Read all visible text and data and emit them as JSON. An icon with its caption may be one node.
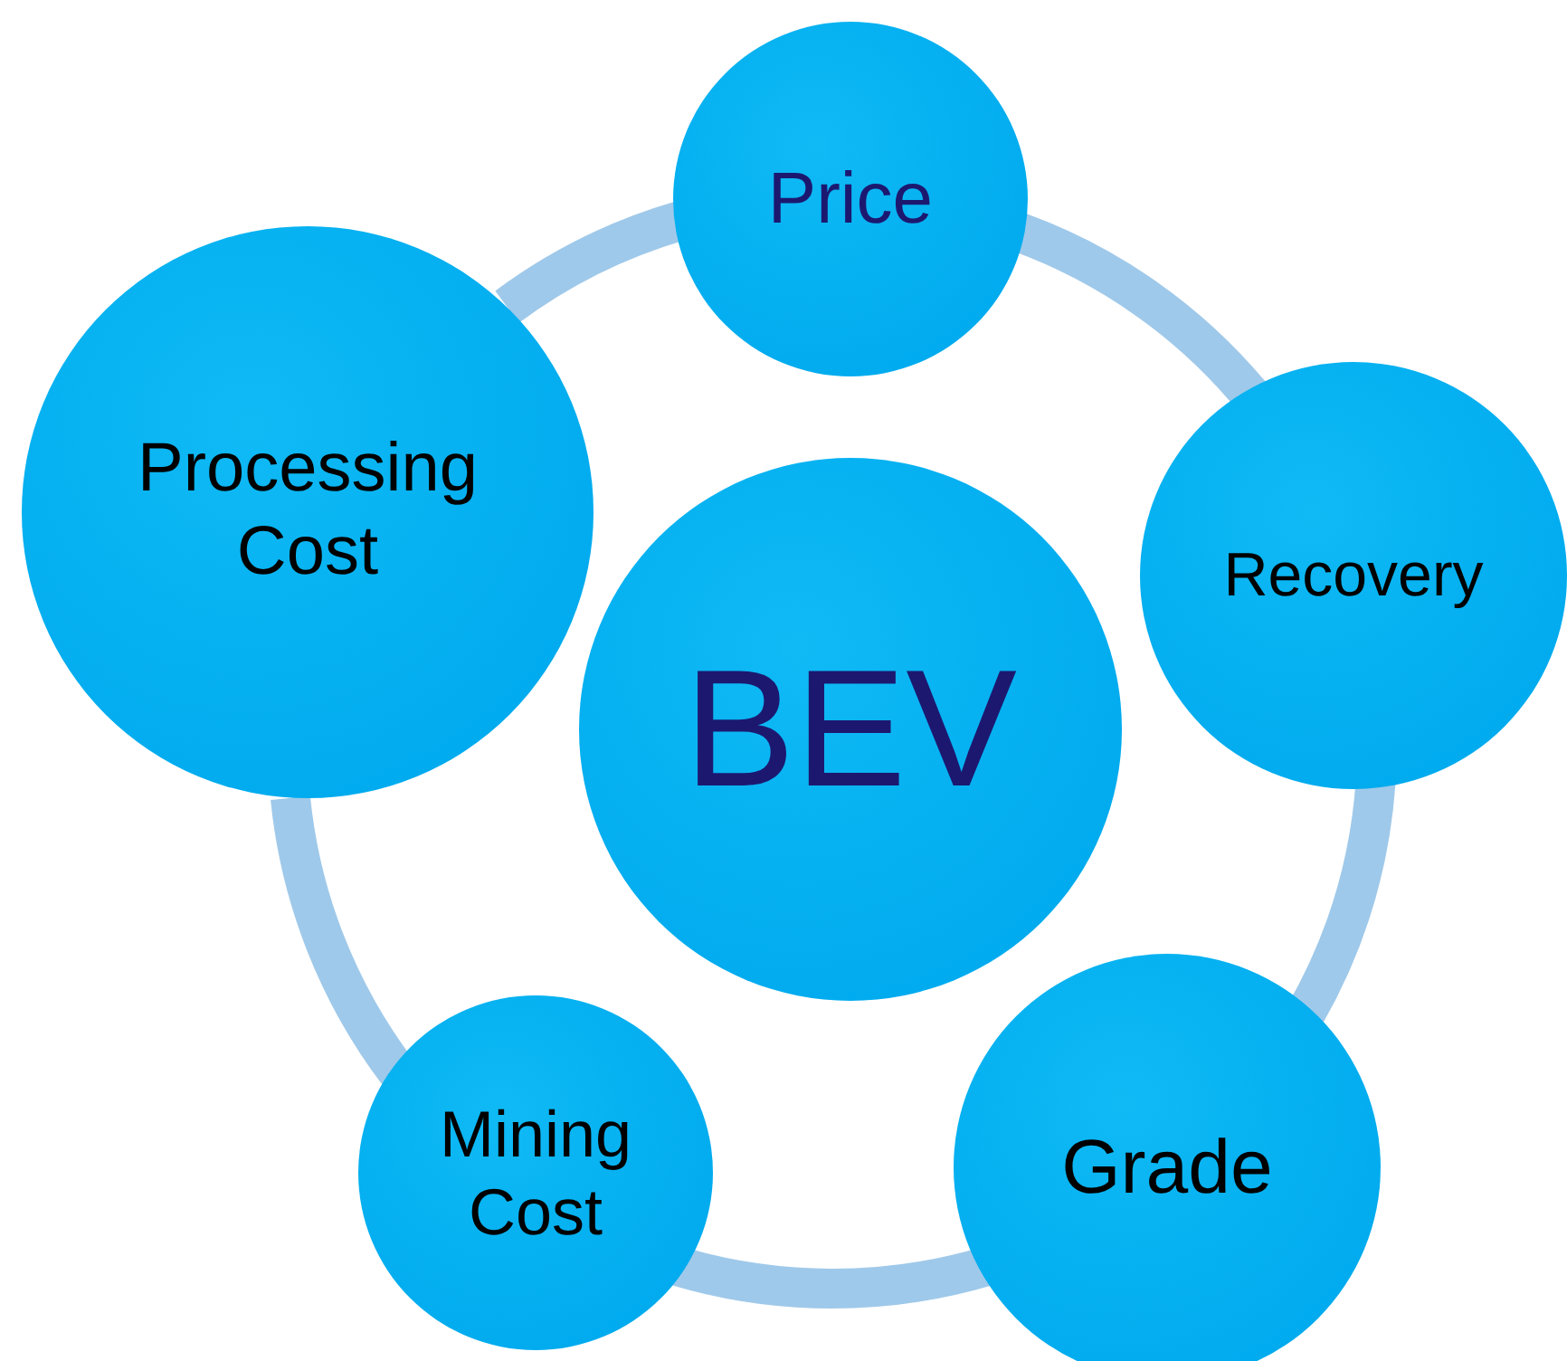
{
  "diagram": {
    "nodes": [
      {
        "text": [
          "Price"
        ]
      },
      {
        "text": [
          "Processing Cost"
        ]
      },
      {
        "text": [
          "Recovery"
        ]
      },
      {
        "text": [
          "BEV"
        ]
      },
      {
        "text": [
          "Mining Cost"
        ]
      },
      {
        "text": [
          "Grade"
        ]
      }
    ],
    "edges": [
      {
        "from": 0,
        "to": 2,
        "arrow": "none"
      },
      {
        "from": 2,
        "to": 5,
        "arrow": "none"
      },
      {
        "from": 5,
        "to": 4,
        "arrow": "none"
      },
      {
        "from": 4,
        "to": 1,
        "arrow": "none"
      },
      {
        "from": 1,
        "to": 0,
        "arrow": "none"
      }
    ]
  }
}
